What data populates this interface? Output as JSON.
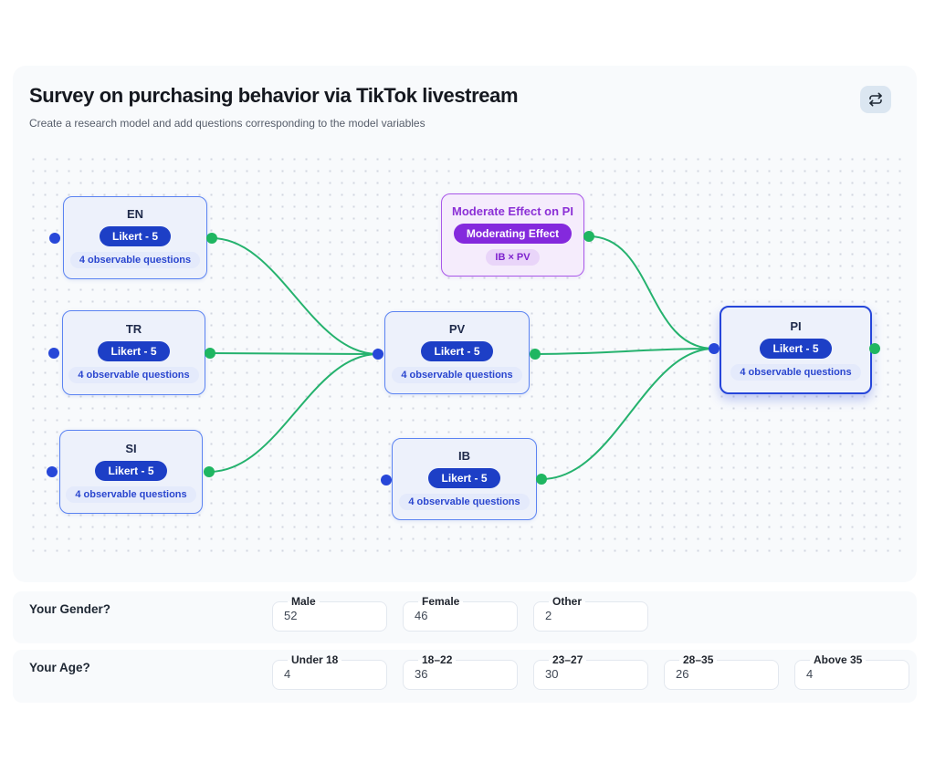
{
  "page": {
    "title": "Survey on purchasing behavior via TikTok livestream",
    "subtitle": "Create a research model and add questions corresponding to the model variables"
  },
  "header": {
    "refresh_button_icon": "repeat-icon"
  },
  "colors": {
    "accent_blue": "#1d3fc6",
    "node_border_blue": "#5b83f2",
    "node_bg_blue": "#edf1fb",
    "edge_green": "#25b26e",
    "handle_blue": "#2747d8",
    "handle_green": "#1fb661",
    "moderating_purple": "#8b2fd6",
    "moderating_bg": "#f5ecfc",
    "card_bg": "#f8fafc"
  },
  "nodes": [
    {
      "id": "EN",
      "title": "EN",
      "badge": "Likert - 5",
      "sub": "4 observable questions",
      "type": "likert"
    },
    {
      "id": "TR",
      "title": "TR",
      "badge": "Likert - 5",
      "sub": "4 observable questions",
      "type": "likert"
    },
    {
      "id": "SI",
      "title": "SI",
      "badge": "Likert - 5",
      "sub": "4 observable questions",
      "type": "likert"
    },
    {
      "id": "PV",
      "title": "PV",
      "badge": "Likert - 5",
      "sub": "4 observable questions",
      "type": "likert"
    },
    {
      "id": "IB",
      "title": "IB",
      "badge": "Likert - 5",
      "sub": "4 observable questions",
      "type": "likert"
    },
    {
      "id": "MOD",
      "title": "Moderate Effect on PI",
      "badge": "Moderating Effect",
      "sub": "IB × PV",
      "type": "moderating"
    },
    {
      "id": "PI",
      "title": "PI",
      "badge": "Likert - 5",
      "sub": "4 observable questions",
      "type": "likert"
    }
  ],
  "edges": [
    {
      "from": "EN",
      "to": "PV"
    },
    {
      "from": "TR",
      "to": "PV"
    },
    {
      "from": "SI",
      "to": "PV"
    },
    {
      "from": "PV",
      "to": "PI"
    },
    {
      "from": "MOD",
      "to": "PI"
    },
    {
      "from": "IB",
      "to": "PI"
    }
  ],
  "questions": [
    {
      "label": "Your Gender?",
      "options": [
        {
          "label": "Male",
          "value": "52"
        },
        {
          "label": "Female",
          "value": "46"
        },
        {
          "label": "Other",
          "value": "2"
        }
      ]
    },
    {
      "label": "Your Age?",
      "options": [
        {
          "label": "Under 18",
          "value": "4"
        },
        {
          "label": "18–22",
          "value": "36"
        },
        {
          "label": "23–27",
          "value": "30"
        },
        {
          "label": "28–35",
          "value": "26"
        },
        {
          "label": "Above 35",
          "value": "4"
        }
      ]
    }
  ]
}
